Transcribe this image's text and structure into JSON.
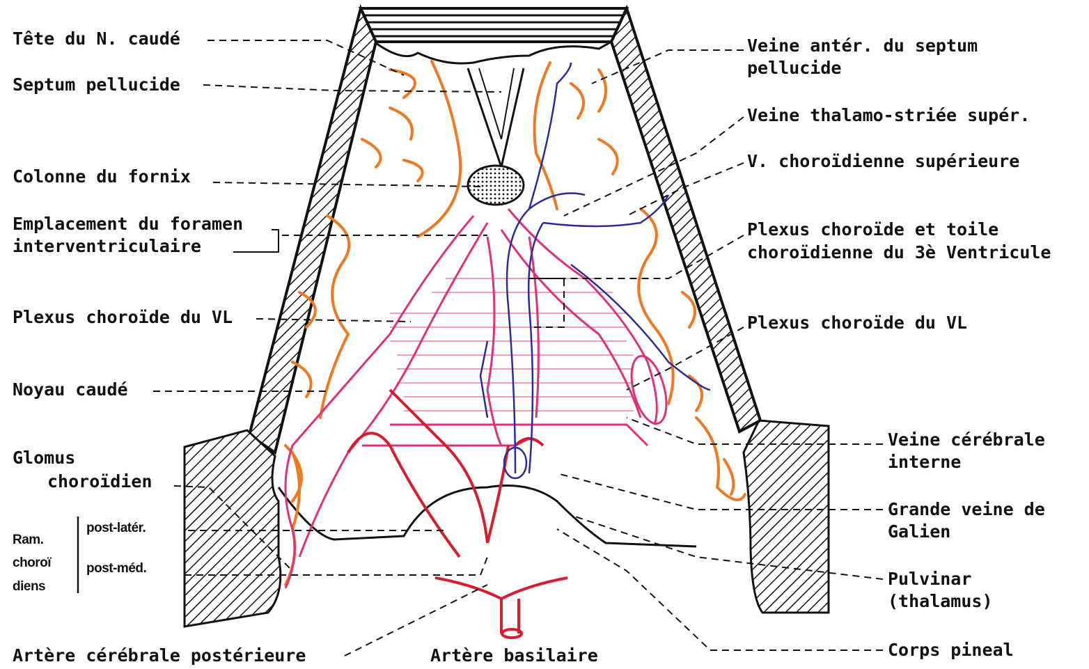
{
  "labels_left": {
    "tete_caude": "Tête du N. caudé",
    "septum": "Septum pellucide",
    "colonne_fornix": "Colonne du fornix",
    "foramen_1": "Emplacement du foramen",
    "foramen_2": "interventriculaire",
    "plexus_vl": "Plexus choroïde du VL",
    "noyau_caude": "Noyau caudé",
    "glomus_1": "Glomus",
    "glomus_2": "choroïdien",
    "ram_1": "Ram.",
    "ram_2": "choroï",
    "ram_3": "diens",
    "post_later": "post-latér.",
    "post_med": "post-méd.",
    "artere_post": "Artère cérébrale postérieure",
    "artere_bas": "Artère basilaire"
  },
  "labels_right": {
    "veine_septum_1": "Veine antér. du septum",
    "veine_septum_2": "pellucide",
    "veine_thalamo": "Veine thalamo-striée supér.",
    "v_choroid": "V. choroïdienne supérieure",
    "plexus_3v_1": "Plexus choroïde et toile",
    "plexus_3v_2": "choroïdienne du 3è Ventricule",
    "plexus_vl": "Plexus choroïde du VL",
    "veine_cerebrale_1": "Veine cérébrale",
    "veine_cerebrale_2": "interne",
    "grande_veine_1": "Grande veine de",
    "grande_veine_2": "Galien",
    "pulvinar_1": "Pulvinar",
    "pulvinar_2": "(thalamus)",
    "corps_pineal": "Corps pineal"
  },
  "colors": {
    "ink": "#111111",
    "orange": "#f07820",
    "pink": "#e0307a",
    "red": "#d81c2c",
    "blue": "#2a2a9c"
  }
}
